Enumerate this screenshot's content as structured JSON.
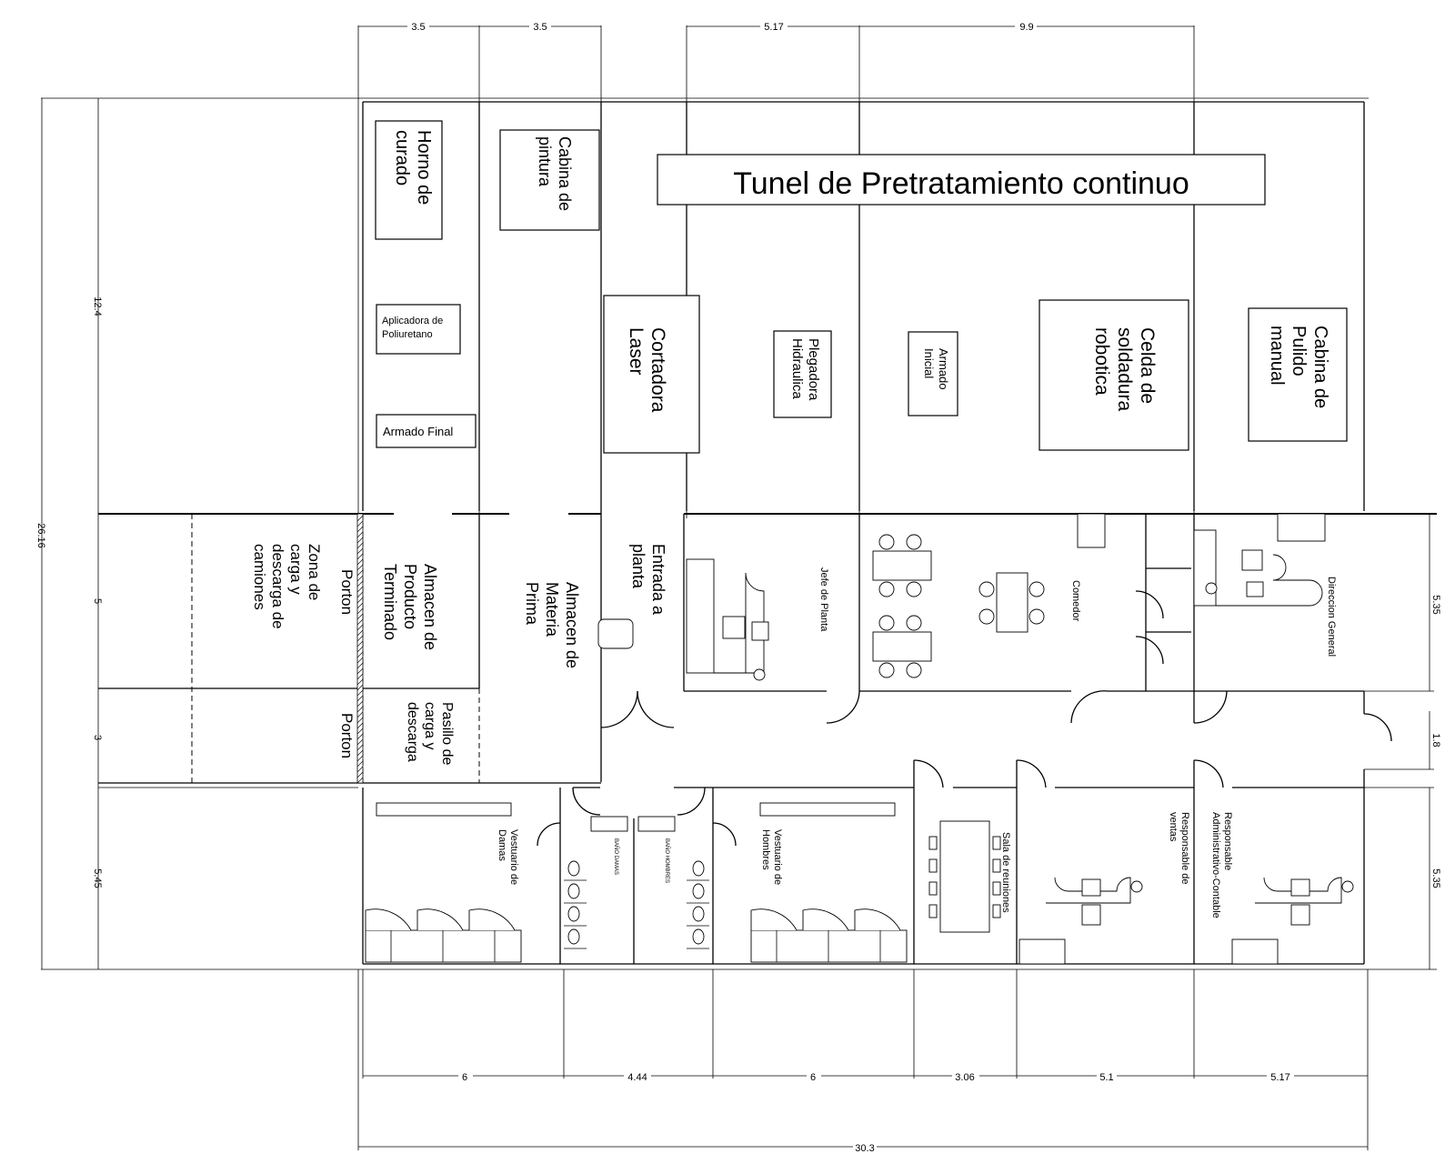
{
  "dimensions": {
    "top": [
      "3.5",
      "3.5",
      "5.17",
      "9.9"
    ],
    "left_total": "26.16",
    "left_parts": [
      "12.4",
      "5",
      "3",
      "5.45"
    ],
    "right_parts": [
      "5.35",
      "1.8",
      "5.35"
    ],
    "bottom": [
      "6",
      "4.44",
      "6",
      "3.06",
      "5.1",
      "5.17"
    ],
    "bottom_total": "30.3"
  },
  "rooms": {
    "tunel": "Tunel de Pretratamiento continuo",
    "horno": [
      "Horno de",
      "curado"
    ],
    "cabina_pintura": [
      "Cabina de",
      "pintura"
    ],
    "aplicadora": [
      "Aplicadora de",
      "Poliuretano"
    ],
    "armado_final": "Armado Final",
    "cortadora": [
      "Cortadora",
      "Laser"
    ],
    "plegadora": [
      "Plegadora",
      "Hidraulica"
    ],
    "armado_inicial": [
      "Armado",
      "Inicial"
    ],
    "celda": [
      "Celda de",
      "soldadura",
      "robotica"
    ],
    "cabina_pulido": [
      "Cabina de",
      "Pulido",
      "manual"
    ],
    "almacen_terminado": [
      "Almacen de",
      "Producto",
      "Terminado"
    ],
    "almacen_materia": [
      "Almacen de",
      "Materia",
      "Prima"
    ],
    "entrada": [
      "Entrada a",
      "planta"
    ],
    "porton_1": "Porton",
    "porton_2": "Porton",
    "zona_carga": [
      "Zona de",
      "carga y",
      "descarga de",
      "camiones"
    ],
    "pasillo": [
      "Pasillo de",
      "carga y",
      "descarga"
    ],
    "jefe_planta": "Jefe de Planta",
    "comedor": "Comedor",
    "direccion": "Direccion General",
    "vestuario_damas": [
      "Vestuario de",
      "Damas"
    ],
    "vestuario_hombres": [
      "Vestuario de",
      "Hombres"
    ],
    "banos_damas": "BAÑO DAMAS",
    "banos_hombres": "BAÑO HOMBRES",
    "sala_reuniones": "Sala de reuniones",
    "ventas": [
      "Responsable de",
      "ventas"
    ],
    "administrativo": [
      "Responsable",
      "Administrativo-Contable"
    ]
  }
}
